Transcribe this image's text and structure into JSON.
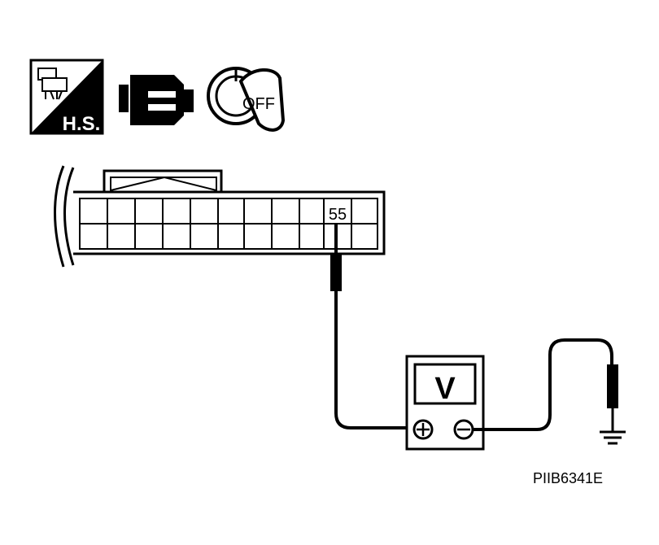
{
  "icons": {
    "harness_side": {
      "name": "harness-side-connector-icon",
      "text": "H.S."
    },
    "connector": {
      "name": "electrical-connector-icon"
    },
    "ignition": {
      "name": "ignition-key-icon",
      "text": "OFF"
    }
  },
  "connector": {
    "terminal_label": "55"
  },
  "meter": {
    "display": "V",
    "positive_symbol": "+",
    "negative_symbol": "−"
  },
  "figure_id": "PIIB6341E",
  "colors": {
    "ink": "#000000",
    "paper": "#ffffff"
  }
}
